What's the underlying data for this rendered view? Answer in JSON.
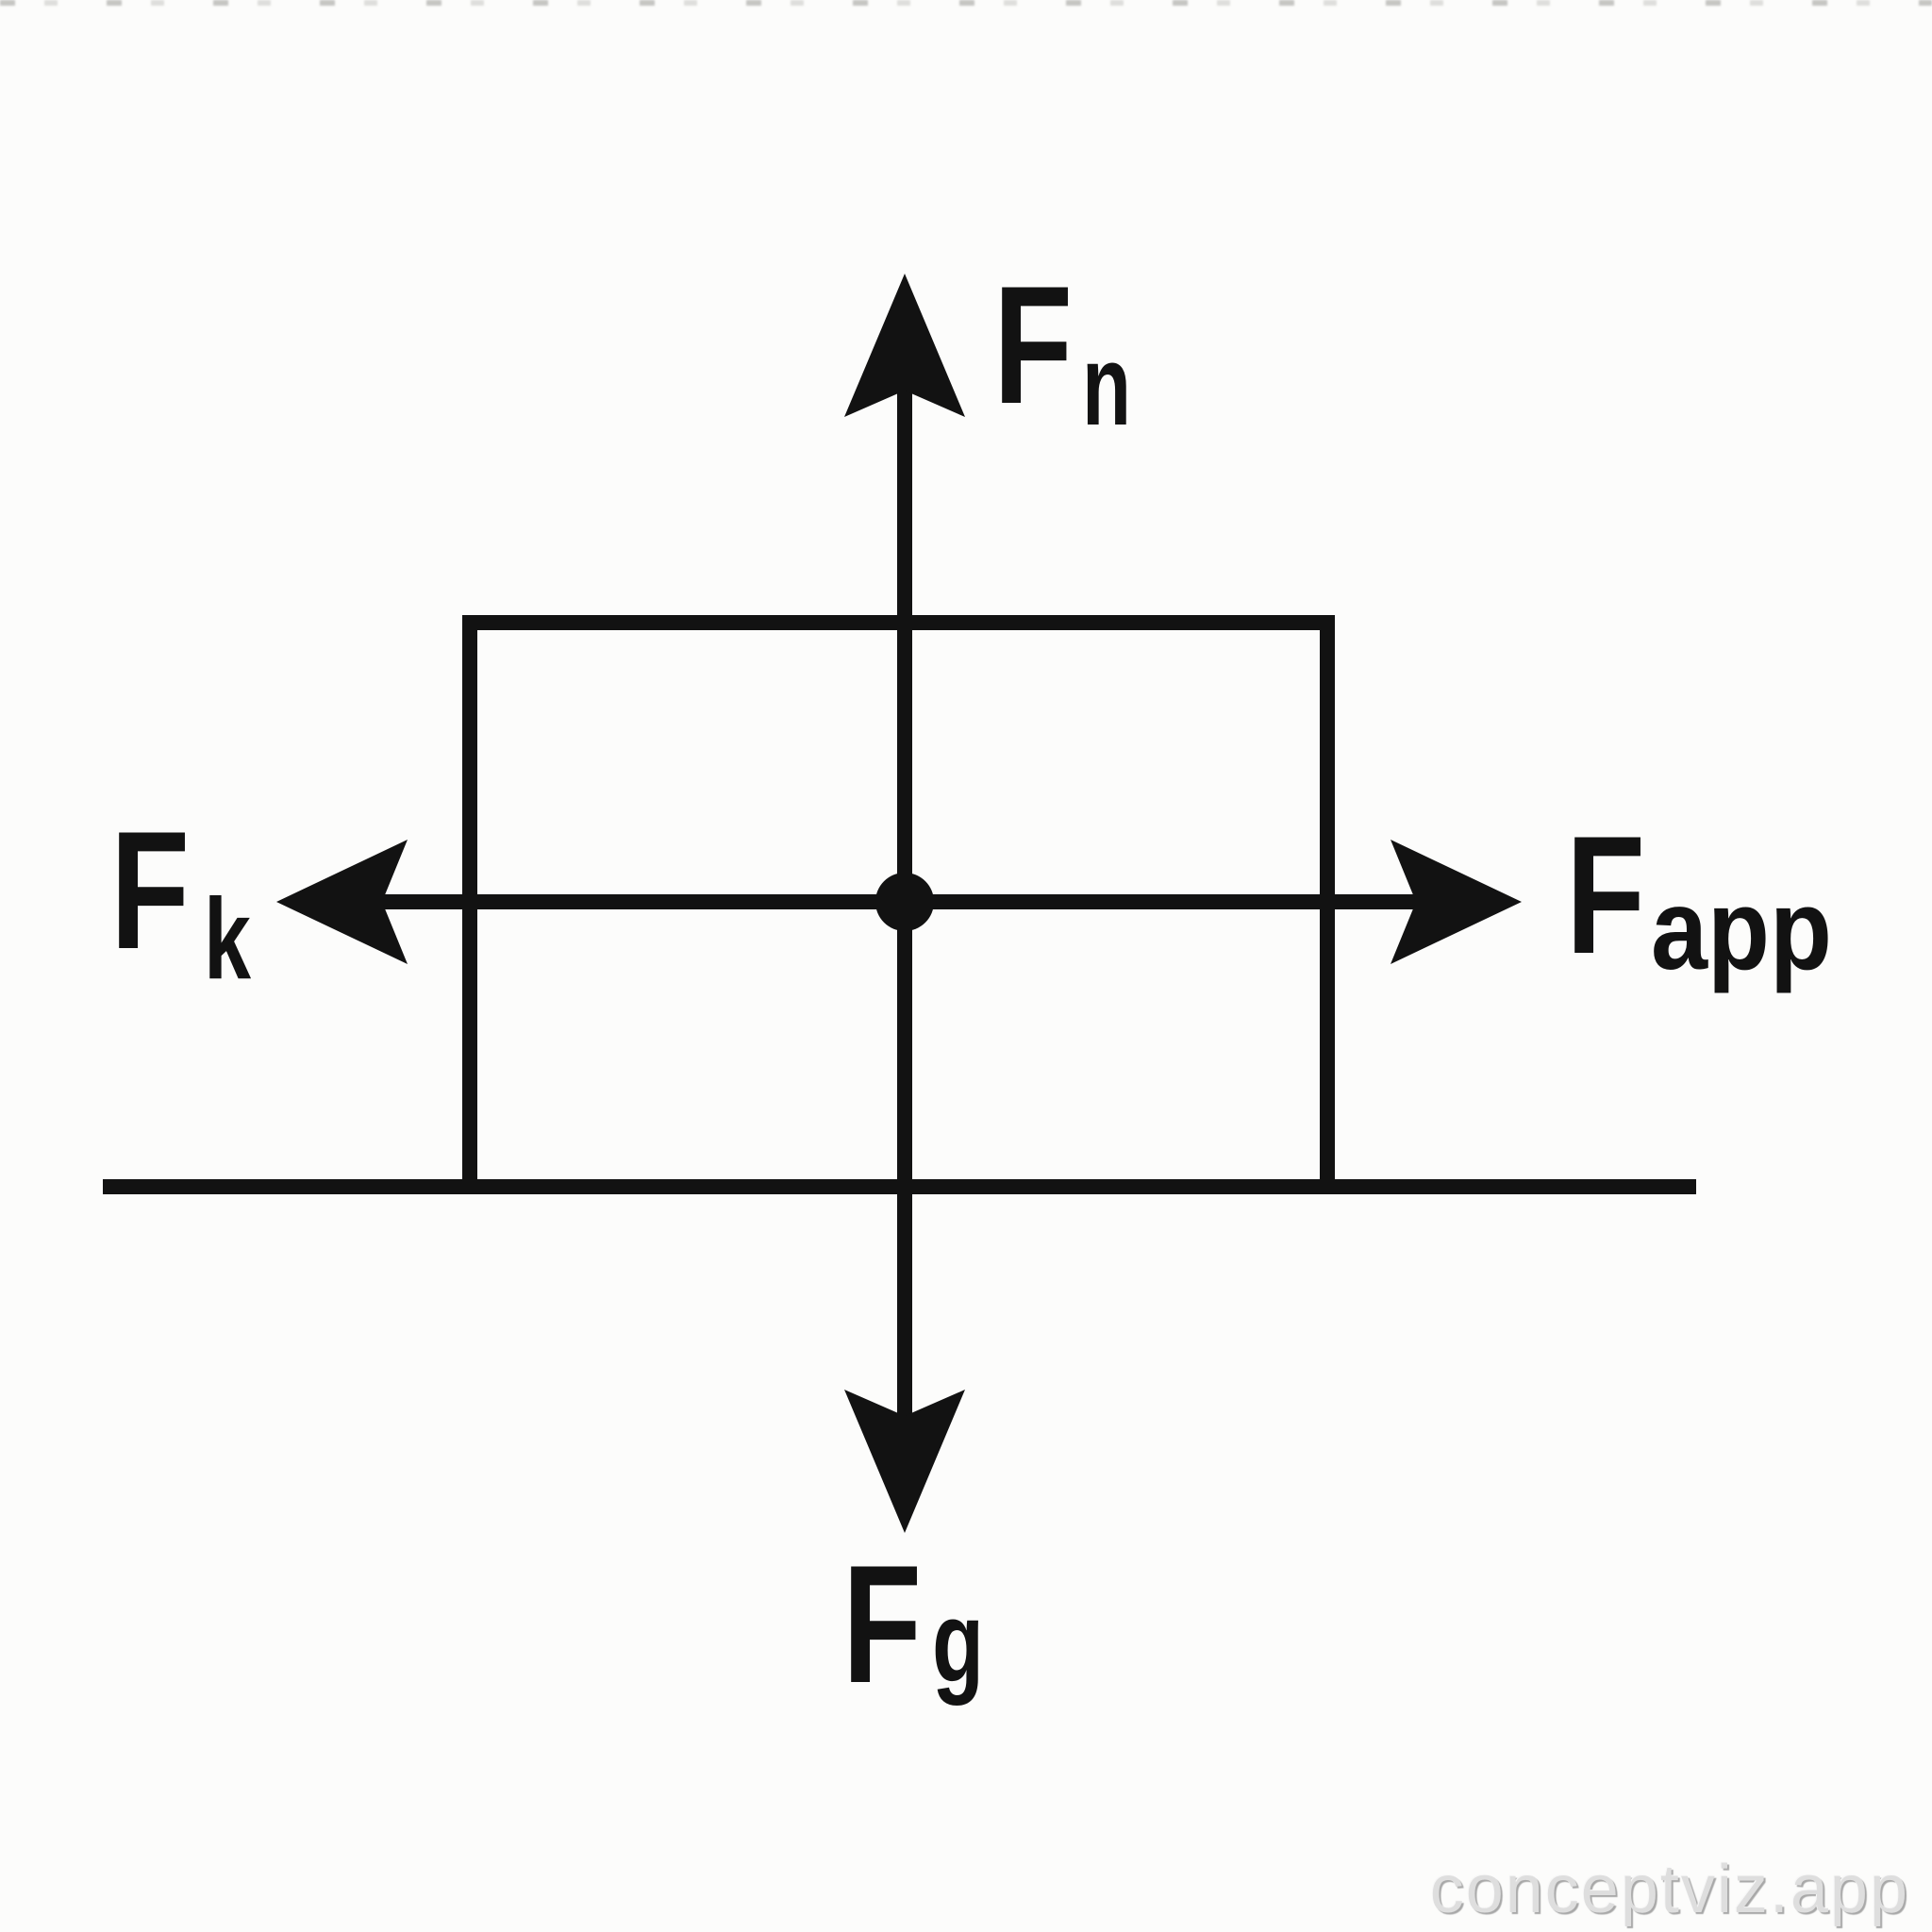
{
  "diagram": {
    "type": "free-body diagram",
    "scene": {
      "block": "rectangular block outline",
      "surface": "horizontal ground line",
      "point": "center-of-mass dot"
    },
    "forces": [
      {
        "label": "F",
        "subscript": "n",
        "direction": "up"
      },
      {
        "label": "F",
        "subscript": "k",
        "direction": "left"
      },
      {
        "label": "F",
        "subscript": "app",
        "direction": "right"
      },
      {
        "label": "F",
        "subscript": "g",
        "direction": "down"
      }
    ]
  },
  "watermark": {
    "text": "conceptviz.app"
  },
  "colors": {
    "ink": "#121212",
    "background": "#fcfcfb",
    "watermark_gray": "#dedede"
  }
}
